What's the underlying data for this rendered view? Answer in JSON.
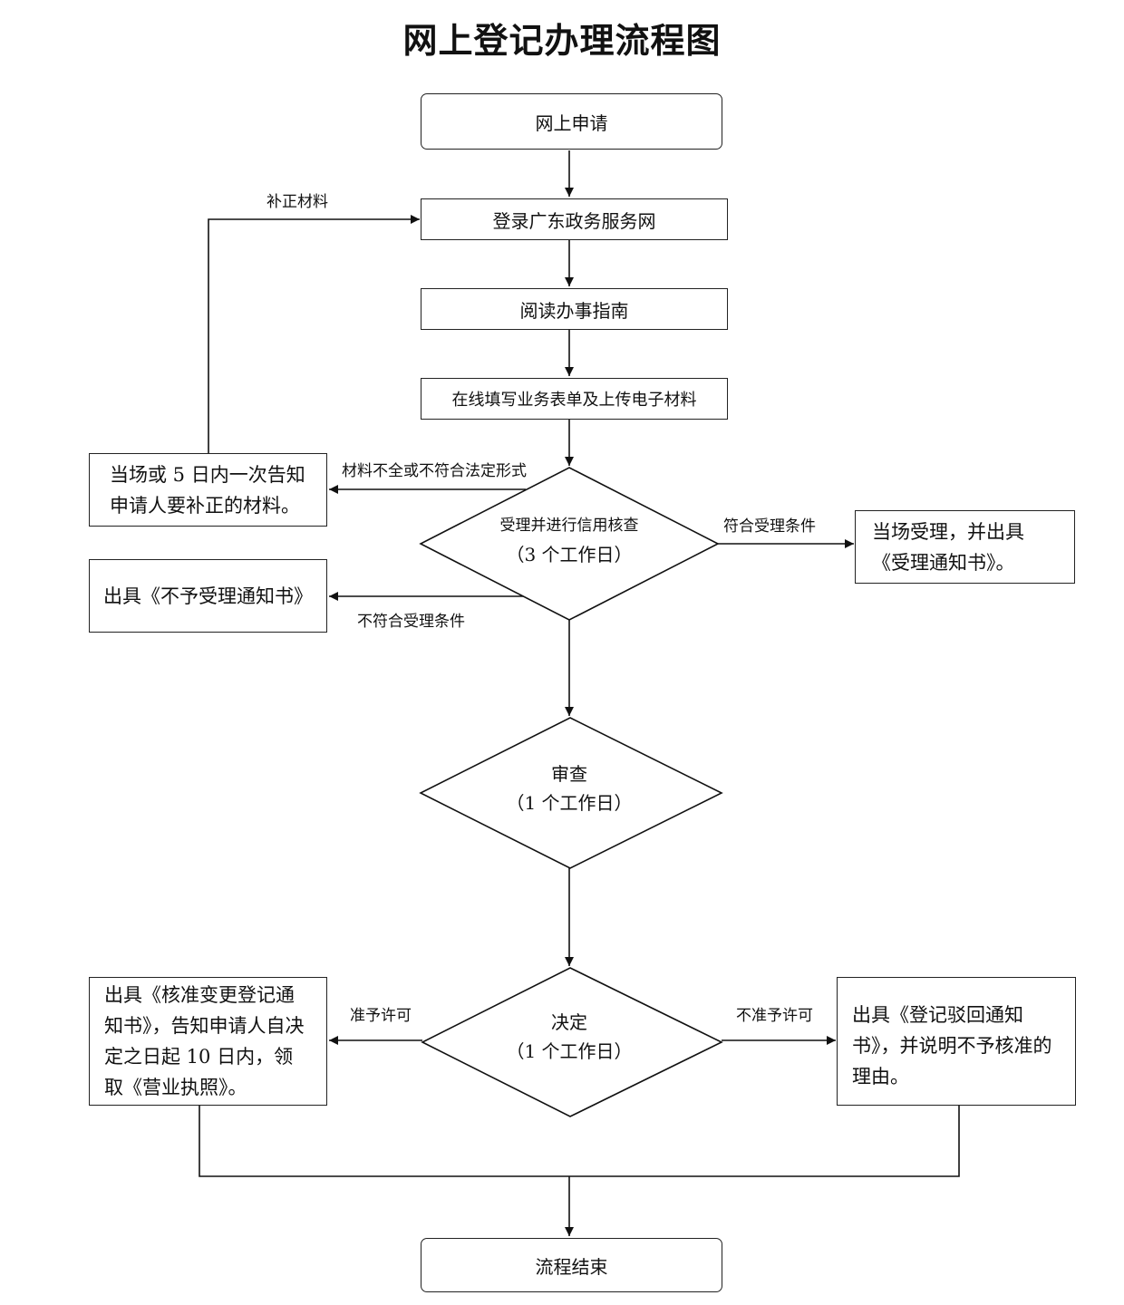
{
  "title": "网上登记办理流程图",
  "nodes": {
    "start": "网上申请",
    "login": "登录广东政务服务网",
    "read_guide": "阅读办事指南",
    "fill_form": "在线填写业务表单及上传电子材料",
    "notify_supplement": "当场或 5 日内一次告知申请人要补正的材料。",
    "accept_check": {
      "line1": "受理并进行信用核查",
      "line2": "（3 个工作日）"
    },
    "accept_notice": "当场受理，并出具《受理通知书》。",
    "reject_notice": "出具《不予受理通知书》",
    "review": {
      "line1": "审查",
      "line2": "（1 个工作日）"
    },
    "decision": {
      "line1": "决定",
      "line2": "（1 个工作日）"
    },
    "approve_notice": "出具《核准变更登记通知书》，告知申请人自决定之日起 10 日内，领取《营业执照》。",
    "reject_reg_notice": "出具《登记驳回通知书》，并说明不予核准的理由。",
    "end": "流程结束"
  },
  "edge_labels": {
    "supplement": "补正材料",
    "incomplete": "材料不全或不符合法定形式",
    "meets": "符合受理条件",
    "not_meets": "不符合受理条件",
    "approve": "准予许可",
    "not_approve": "不准予许可"
  }
}
